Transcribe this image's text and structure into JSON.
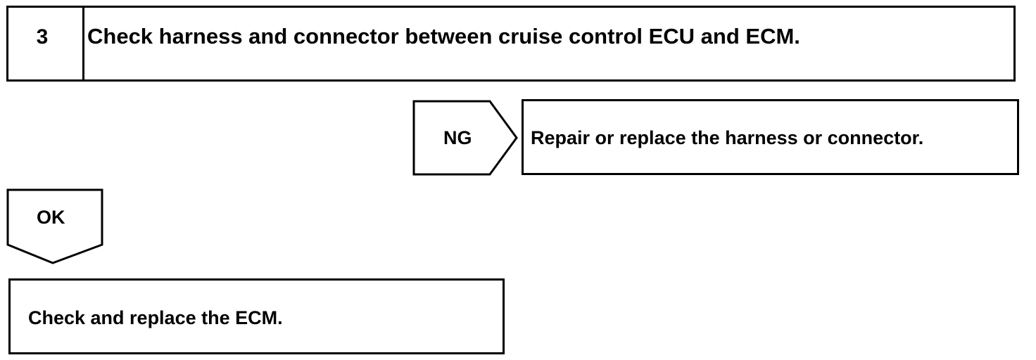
{
  "step": {
    "number": "3",
    "text": "Check harness and connector between cruise control ECU and ECM."
  },
  "ng_branch": {
    "label": "NG",
    "result": "Repair or replace the harness or connector."
  },
  "ok_branch": {
    "label": "OK"
  },
  "final_step": {
    "text": "Check and replace the ECM."
  }
}
